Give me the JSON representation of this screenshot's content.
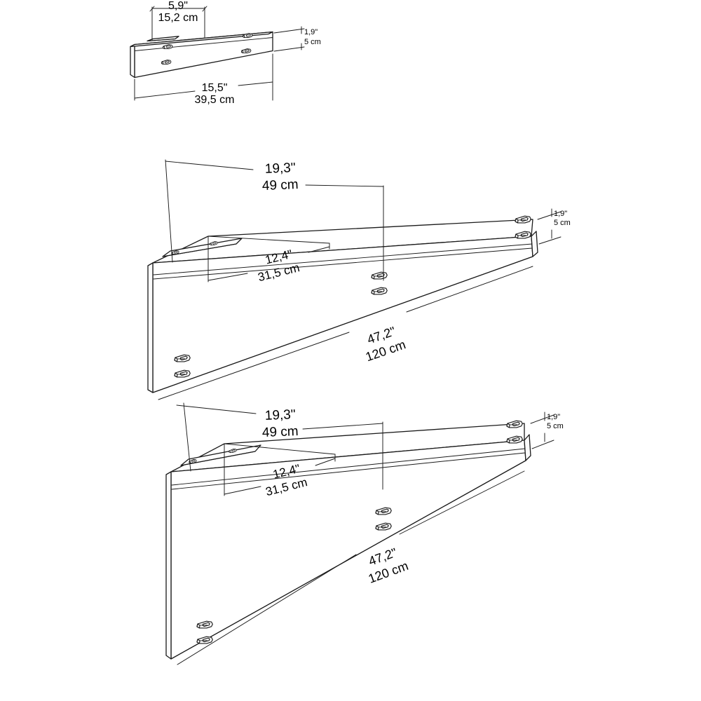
{
  "sheet": {
    "title": "",
    "background_color": "#ffffff",
    "line_color": "#1a1a1a"
  },
  "panels": [
    {
      "id": "panel-top",
      "name": "short-rail-panel",
      "dimensions": {
        "inset_top": {
          "imperial": "5,9\"",
          "metric": "15,2 cm"
        },
        "length": {
          "imperial": "15,5\"",
          "metric": "39,5 cm"
        },
        "thickness": {
          "imperial": "1,9\"",
          "metric": "5 cm"
        }
      },
      "connector_count": 4
    },
    {
      "id": "panel-middle",
      "name": "long-rail-panel-1",
      "dimensions": {
        "depth": {
          "imperial": "19,3\"",
          "metric": "49 cm"
        },
        "inset": {
          "imperial": "12,4\"",
          "metric": "31,5 cm"
        },
        "length": {
          "imperial": "47,2\"",
          "metric": "120 cm"
        },
        "thickness": {
          "imperial": "1,9\"",
          "metric": "5 cm"
        }
      },
      "connector_count": 6
    },
    {
      "id": "panel-bottom",
      "name": "long-rail-panel-2",
      "dimensions": {
        "depth": {
          "imperial": "19,3\"",
          "metric": "49 cm"
        },
        "inset": {
          "imperial": "12,4\"",
          "metric": "31,5 cm"
        },
        "length": {
          "imperial": "47,2\"",
          "metric": "120 cm"
        },
        "thickness": {
          "imperial": "1,9\"",
          "metric": "5 cm"
        }
      },
      "connector_count": 6
    }
  ],
  "labels": {
    "p1_inset_in": "5,9\"",
    "p1_inset_cm": "15,2 cm",
    "p1_len_in": "15,5\"",
    "p1_len_cm": "39,5 cm",
    "p1_thick_in": "1,9\"",
    "p1_thick_cm": "5 cm",
    "p2_depth_in": "19,3\"",
    "p2_depth_cm": "49 cm",
    "p2_inset_in": "12,4\"",
    "p2_inset_cm": "31,5 cm",
    "p2_len_in": "47,2\"",
    "p2_len_cm": "120 cm",
    "p2_thick_in": "1,9\"",
    "p2_thick_cm": "5 cm",
    "p3_depth_in": "19,3\"",
    "p3_depth_cm": "49 cm",
    "p3_inset_in": "12,4\"",
    "p3_inset_cm": "31,5 cm",
    "p3_len_in": "47,2\"",
    "p3_len_cm": "120 cm",
    "p3_thick_in": "1,9\"",
    "p3_thick_cm": "5 cm"
  }
}
